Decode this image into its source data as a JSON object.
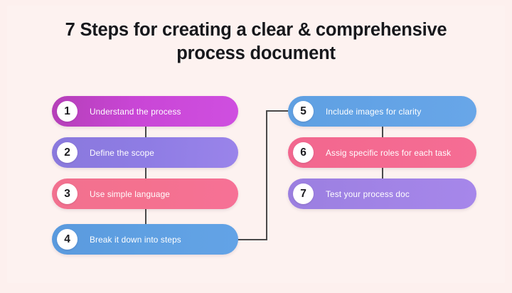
{
  "page": {
    "background_color": "#fdf0ee",
    "panel_color": "#fdf2f0"
  },
  "title": {
    "line1": "7 Steps for creating a clear & comprehensive",
    "line2": "process document",
    "color": "#17181c"
  },
  "left_column": {
    "steps": [
      {
        "number": "1",
        "label": "Understand the process",
        "color": "#c946d6"
      },
      {
        "number": "2",
        "label": "Define the scope",
        "color": "#8e7ce4"
      },
      {
        "number": "3",
        "label": "Use simple language",
        "color": "#f4718f"
      },
      {
        "number": "4",
        "label": "Break it down into steps",
        "color": "#5fa0e2"
      }
    ]
  },
  "right_column": {
    "steps": [
      {
        "number": "5",
        "label": "Include images for clarity",
        "color": "#63a3e6"
      },
      {
        "number": "6",
        "label": "Assig specific roles for each task",
        "color": "#f46a91"
      },
      {
        "number": "7",
        "label": "Test your process doc",
        "color": "#a183e6"
      }
    ]
  },
  "connectors": {
    "line_color": "#4a4a4a",
    "description": "vertical links between consecutive steps; elbow bridge from step 4 to step 5"
  }
}
